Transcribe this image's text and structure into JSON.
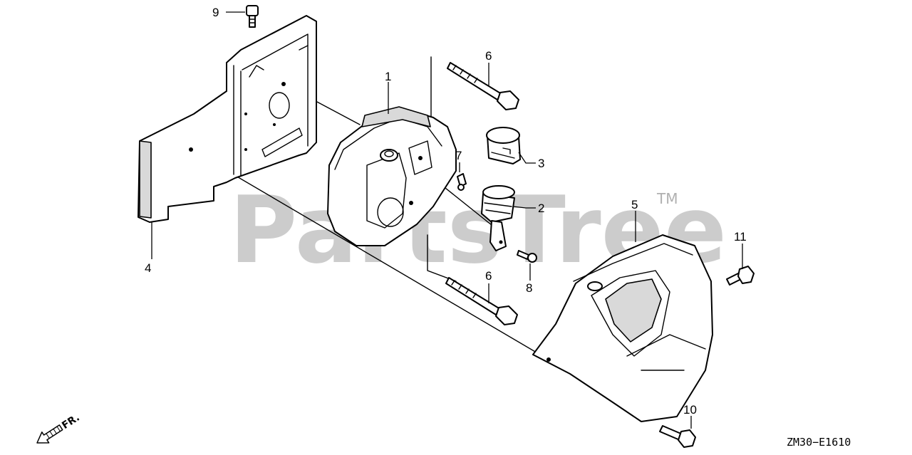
{
  "diagram": {
    "part_numbers": {
      "p1": "1",
      "p2": "2",
      "p3": "3",
      "p4": "4",
      "p5": "5",
      "p6a": "6",
      "p6b": "6",
      "p7": "7",
      "p8": "8",
      "p9": "9",
      "p10": "10",
      "p11": "11"
    },
    "watermark": "PartsTree",
    "trademark": "TM",
    "direction_label": "FR.",
    "diagram_code": "ZM30−E1610"
  }
}
